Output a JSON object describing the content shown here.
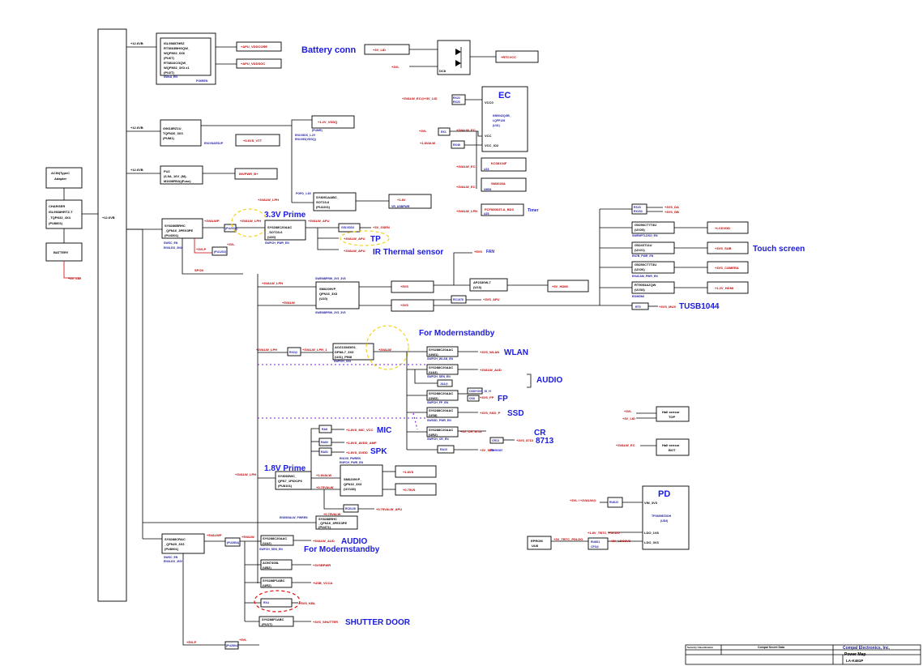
{
  "rail": {
    "label": "+12.6VB"
  },
  "left_blocks": {
    "adapter": [
      "ACIN(TypeC",
      "Adapter"
    ],
    "charger": [
      "CHARGER",
      "ISL9538HRTZ-T",
      "_TQFN32_4X4",
      "(PU8801)"
    ],
    "battery": "BATTERY",
    "out_3vl": "+3V_LID"
  },
  "rail_taps": [
    "+12.6VB",
    "+12.6VB",
    "+12.6VB"
  ],
  "vcore": {
    "chip": [
      "ISL95857HRZ",
      "RT3663BHGQW_",
      "WQFN52_6X6",
      "(PU6T)",
      "RT8816CGQW_",
      "WQFN52_3X3 x1",
      "(PU2T)",
      "SWxA_EN"
    ],
    "tag": "PG6REN",
    "out1": "+APU_VDDCORE",
    "out2": "+APU_VDDSOC"
  },
  "vddq": {
    "chip": [
      "G9618RZ1U_",
      "TQFN20_3X3",
      "(PUM1)"
    ],
    "en": "EN1V8AESUP",
    "out1": "+1.2V_VDDQ",
    "out2": "+0.6VS_VTT",
    "en_vtt": "(PUMR)",
    "mid_tags": [
      "EN1V8DS_1.2V",
      "EN1V8S(VDDQ)"
    ]
  },
  "fuse": {
    "chip": [
      "FU2",
      "(6.5A_16V_(M)-",
      "M1608R9A)(Fuse)"
    ],
    "out": "INVPWR_B+"
  },
  "v18": {
    "chip": [
      "SY8091AABC_",
      "SOT23-6",
      "(PU2201)"
    ],
    "in": "+3VALW_LPH",
    "out": "+1.8V",
    "tag": "PGPD_1.8V",
    "en": "VR_USBPWR"
  },
  "battconn": {
    "title": "Battery conn",
    "in1": "+3V_LID",
    "in2": "+3VL",
    "diode": "DC8",
    "out": "+RTCVCC"
  },
  "ec": {
    "title": "EC",
    "in_top": "+3VALW_EC@+3V_LID",
    "r_top": [
      "RX22",
      "RX23"
    ],
    "vcc0": "VCC0",
    "chip": [
      "KB9042QGB_",
      "LQFP128",
      "(U41)"
    ],
    "in_3vl": "+3VL",
    "r_mid": "RX1",
    "in_ec": "+3VALW_EC",
    "in_18": "+1.8VALW",
    "r_low": "RX48",
    "vcc": "VCC",
    "vcc_io2": "VCC_IO2",
    "kc": "KC38104F",
    "kc_tag": "U23",
    "kc_in": "+3VALW_EC",
    "sm": "SM3020A",
    "sm_tag": "UM54",
    "sm_in": "+3VALW_EC",
    "timer_in": "+3VALW_LPH",
    "timer_chip": "PCF85063T-A_BD3",
    "timer_tag": "U25",
    "timer": "Timer"
  },
  "prime33": {
    "title": "3.3V Prime",
    "chip": [
      "SY8286BRHC",
      "_QFN16_3PEX3PE",
      "(PU4301)"
    ],
    "in": "+3VALWP",
    "en": [
      "SWSC_EN",
      "EN3LDO_3NV"
    ],
    "ldo": "(PU2032)",
    "lph": "+3VALW_LPH",
    "v3l": "+3VLP",
    "v3l_out": "+3VL",
    "ldo2": "(PU1202)",
    "pfs": "SPOK",
    "sw": [
      "SY6288C20AAC",
      "_SOT23-6",
      "(U30)"
    ],
    "sw_in": "+3VALW_APU",
    "sw_en": "SWFCH_PWR_EN",
    "gn": "G51VDD3",
    "gn_out": "+3V_GSEN",
    "tp_out": "+3VALW_APU",
    "tp": "TP",
    "ir_out": "+3VALW_APU",
    "ir": "IR Thermal sensor"
  },
  "vs5": {
    "in1": "+3VALW_LPH",
    "chip": [
      "SM6209VP_",
      "QFN16_3X3",
      "(U10)"
    ],
    "en_top": "SWENBPRW_2V5_3V5",
    "in2": "+5VALW",
    "en_bot": "SWENBPRW_2V5_3V5",
    "out1": "+5VS",
    "out2": "+3VS",
    "fan_v": "+5VS",
    "fan": "FAN",
    "ap": [
      "AP2330W-7",
      "(U13)"
    ],
    "hdmi": "+5V_HDMI",
    "rc": "RC1678",
    "apu_out": "+3VS_APU"
  },
  "right_bank": {
    "r1": "RX23",
    "r2": "RX233",
    "o1": "+3VS_DA",
    "o2": "+3VS_DB",
    "items": [
      {
        "chip": [
          "G5256CT7T3U",
          "(UV25)"
        ],
        "en": "SWENPTLDSO_EN",
        "out": "+LCDVDD"
      },
      {
        "chip": [
          "G5243T11U",
          "(UV21)"
        ],
        "en": "EN7B_PWR_EN",
        "out": "+3VS_SUB"
      },
      {
        "chip": [
          "G5250CT7T3U",
          "(UV26)"
        ],
        "en": "EN4CAM_PWR_EN",
        "out": "+3VS_CAMERA"
      },
      {
        "chip": [
          "RT9053AZQW",
          "(UV33)"
        ],
        "en": "EN/HDMI",
        "out": "+1.2V_HDMI"
      }
    ],
    "touch": "Touch screen",
    "tusb_r": "RT9",
    "tusb_out": "+3VS_MUX",
    "tusb": "TUSB1044"
  },
  "modern1": {
    "title": "For Modernstandby",
    "in": "+3VALW_LPH",
    "r": "RX2@",
    "mid": "+3VALW_LPH_1",
    "chip": [
      "AOZ1334DI01_",
      "DFN8-7_3X3",
      "(U31)_PIN8"
    ],
    "en": "SWFCH_3V3",
    "out": "+3VALW",
    "items": [
      {
        "chip": [
          "SY6288C20AAC",
          "(UW1)"
        ],
        "en": "SWFCH_WLAN_EN",
        "out": "+3VS_WLAN",
        "label": "WLAN"
      },
      {
        "chip": [
          "SY6288C20AAC",
          "(UA3)"
        ],
        "en": "SWFCH_SEN_EN",
        "out": "+3VALW_AUD",
        "label": "AUDIO"
      },
      {
        "chip": [
          "SY6288C20AAC",
          "(UW2)"
        ],
        "en": "SWFCH_FP_EN",
        "out": "+3VS_FP",
        "label": "FP"
      },
      {
        "chip": [
          "SY6288C20AAC",
          "(US8)"
        ],
        "en": "SWSSD_PWR_EN",
        "out": "+3VS_SSD_P",
        "label": "SSD"
      },
      {
        "chip": [
          "SY6288C20AAC",
          "(UR2)"
        ],
        "en": "SWFCH_CR_EN",
        "out": "+3V_CR_8713",
        "label": "CR"
      }
    ],
    "sub_ja": "JA1@",
    "fp_sub1": "CK6/+3VS_IO_H",
    "fp_sub2": "CK6",
    "cr_sub": "CR13",
    "cr_out": "+3VS_8713",
    "cr2": "8713",
    "sensor_r": "RA10",
    "sensor_out": "+3V_SEN",
    "sensor": "Sensor"
  },
  "mic": {
    "r1": "RA8",
    "o1": "+1.8VS_MIC_VCC",
    "label": "MIC",
    "r2": "RA52",
    "o2": "+1.8VS_AVDD_AMP",
    "r3": "RA51",
    "o3": "+1.8VS_DVDD",
    "spk": "SPK"
  },
  "prime18": {
    "title": "1.8V Prime",
    "in": "+3VALW_LPH",
    "chip": [
      "SY8003WC_",
      "QFN7_1P6X1P6",
      "(PU8101)"
    ],
    "en": [
      "EN1V8_PWREN",
      "ENFCH_PWR_EN"
    ],
    "out1": "+1.8VALW",
    "out2": "+0.75VALW",
    "sw": [
      "SM6209VP_",
      "QFN16_3X3",
      "(UV138)"
    ],
    "sw_out1": "+1.8VS",
    "sw_out2": "+0.75VS",
    "rc": "RC6128",
    "rc_out": "+0.75VALW_APU",
    "vhi": "+0.75VALW"
  },
  "lower": {
    "sy": [
      "SY8288RHC",
      "_QFN16_3PEX3PE",
      "(PU471)"
    ],
    "sy_en": "EN5/8VALW_PWREN",
    "main": [
      "SY8288CRAC",
      "_QFN20_3X3",
      "(PU8901)"
    ],
    "main_in": "+5VALWP",
    "main_en": [
      "SWSC_EN",
      "EN3LDO_3NV"
    ],
    "ldo": "(PU2804)",
    "out": "+5VALW",
    "aud": [
      "SY6288C20AAC",
      "(UA2)"
    ],
    "aud_en": "SWFCH_SEN_EN",
    "aud_out": "+5VALW_AUD",
    "aud_label": "AUDIO",
    "aud_ms": "For Modernstandby",
    "ao": [
      "AON7408L",
      "(UB2)"
    ],
    "ao_out": "+3VSBPWR",
    "usb": [
      "SY6288F1ABC",
      "(UR2)"
    ],
    "usb_out": "+USB_VCCA",
    "kbl_r": "RX4",
    "kbl_out": "+5VS_KBL",
    "shut": [
      "SY6288F1ABC",
      "(PU1T)"
    ],
    "shut_out": "+3VS_SHUTTER",
    "shut_label": "SHUTTER DOOR",
    "v5lp": "+5VLP",
    "v5lp_ldo": "(PU2804)",
    "v5l": "+5VL"
  },
  "hall": {
    "in1": "+3VL",
    "in2": "+3V_LID",
    "top": [
      "Hall sensor",
      "TOP"
    ],
    "in3": "+3VALW_EC",
    "bot": [
      "Hall sensor",
      "BOT"
    ]
  },
  "pd": {
    "title": "PD",
    "in": "+3VL / +3VALW@",
    "r_in": "RU8J2",
    "vin": "VIN_3V3",
    "chip": [
      "TPS65987DDH",
      "(UD4)"
    ],
    "ldo18": "LDO_1V8",
    "ldo33": "LDO_3V3",
    "o18": "+1.8V_TBTC_PDLDO",
    "o33": "+3V_LDO3V3",
    "r1": "RU8S1",
    "r2": "CF3@",
    "o_left": "+3V_TBTC_PDLDO",
    "eprom": [
      "EPROM",
      "UU8"
    ]
  },
  "titleblock": {
    "company": "Compal Electronics, Inc.",
    "sec": "Security Classification",
    "conf": "Compal Secret Data",
    "title": "Power Map",
    "doc": "LA-K461P"
  }
}
